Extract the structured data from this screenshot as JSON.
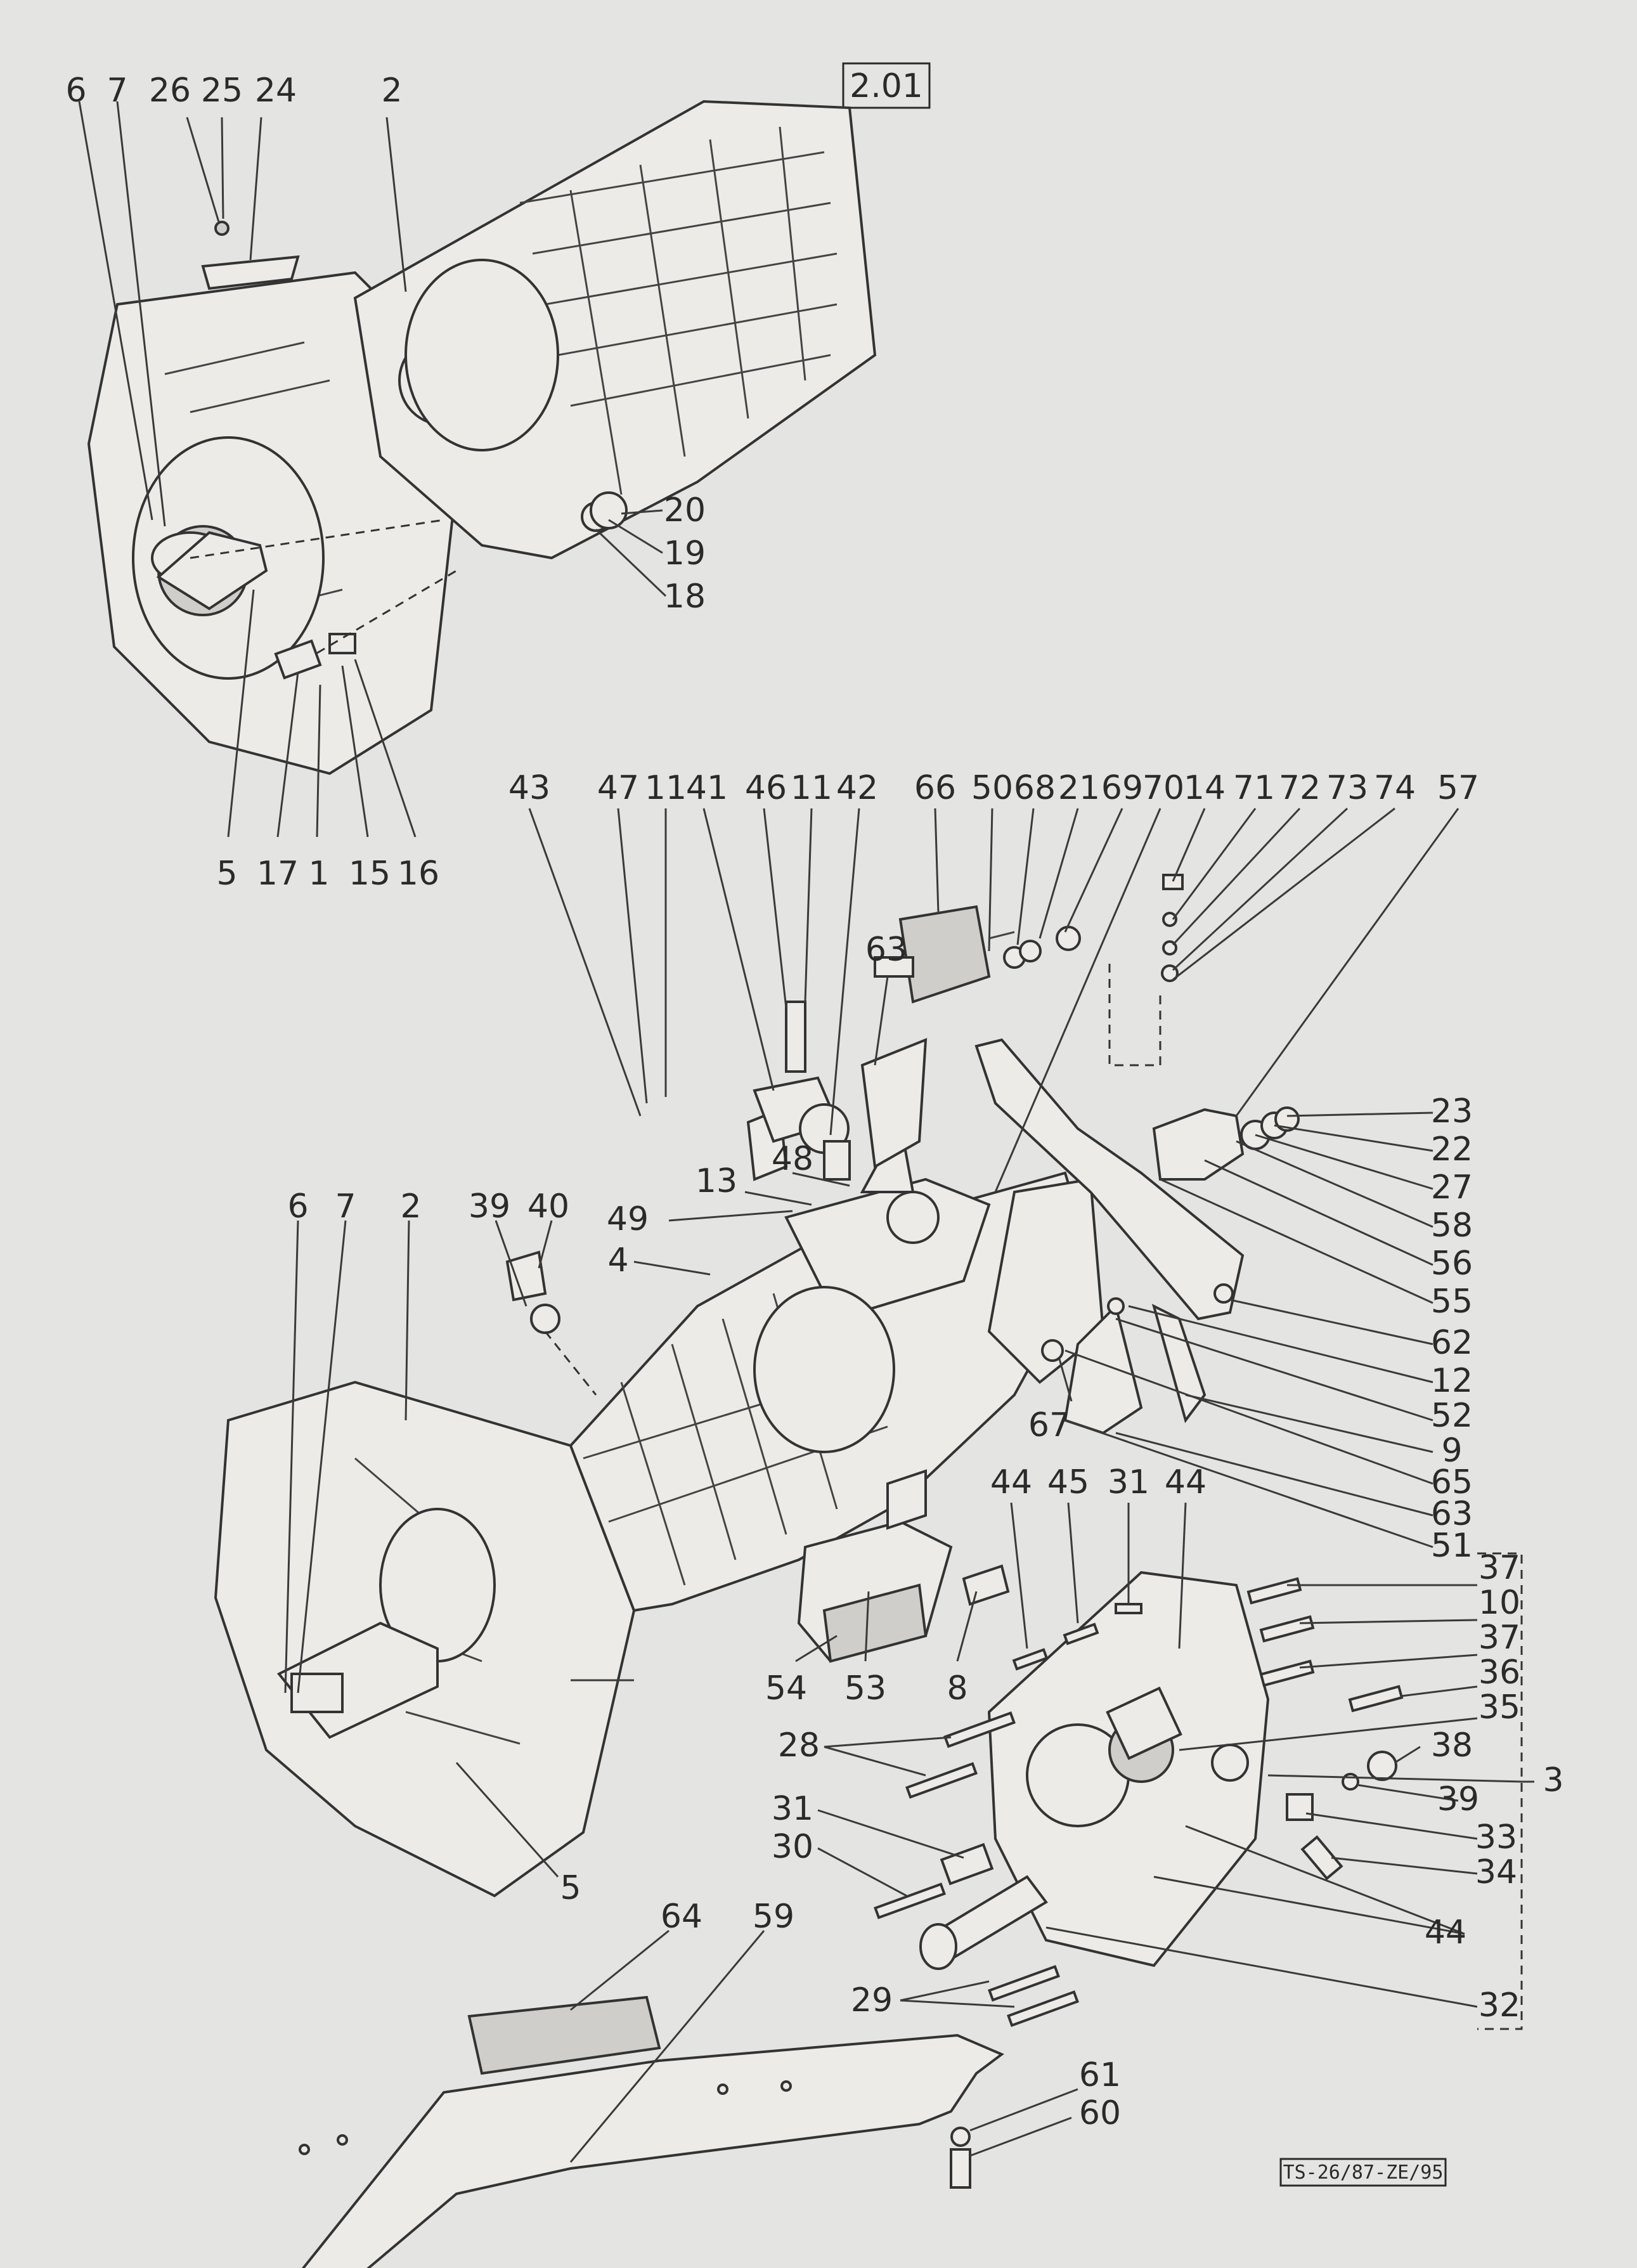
{
  "page_number": "2.01",
  "drawing_code": "TS-26/87-ZE/95",
  "labels": {
    "top": [
      "6",
      "7",
      "26",
      "25",
      "24",
      "2",
      "20",
      "19",
      "18",
      "5",
      "17",
      "1",
      "15",
      "16"
    ],
    "middle_row": [
      "43",
      "47",
      "11",
      "41",
      "46",
      "11",
      "42",
      "66",
      "50",
      "68",
      "21",
      "69",
      "70",
      "14",
      "71",
      "72",
      "73",
      "74",
      "57",
      "63",
      "48",
      "13",
      "49",
      "4",
      "6",
      "7",
      "2",
      "39",
      "40"
    ],
    "right_column": [
      "23",
      "22",
      "27",
      "58",
      "56",
      "55",
      "62",
      "12",
      "52",
      "9",
      "65",
      "63",
      "51",
      "67"
    ],
    "lower": [
      "44",
      "45",
      "31",
      "44",
      "37",
      "10",
      "37",
      "36",
      "35",
      "38",
      "3",
      "39",
      "33",
      "34",
      "44",
      "32",
      "28",
      "31",
      "30",
      "29",
      "54",
      "53",
      "8",
      "5",
      "64",
      "59",
      "61",
      "60"
    ]
  }
}
